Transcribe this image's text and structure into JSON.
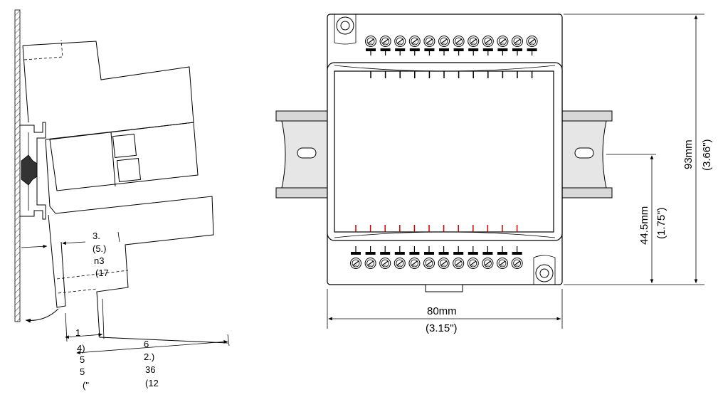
{
  "dimensions": {
    "width_mm": "80mm",
    "width_in": "(3.15\")",
    "height_mm": "93mm",
    "height_in": "(3.66\")",
    "rail_mm": "44.5mm",
    "rail_in": "(1.75\")"
  },
  "side_view_labels": {
    "depth_top": [
      "3.",
      "(5.)",
      "n3",
      "(17"
    ],
    "mount_small": [
      "1",
      "4)",
      "5",
      "5",
      "(\""
    ],
    "depth_total": [
      "6",
      "2.)",
      "36",
      "(12"
    ]
  },
  "terminals": {
    "top_count": 12,
    "bottom_count": 12
  }
}
